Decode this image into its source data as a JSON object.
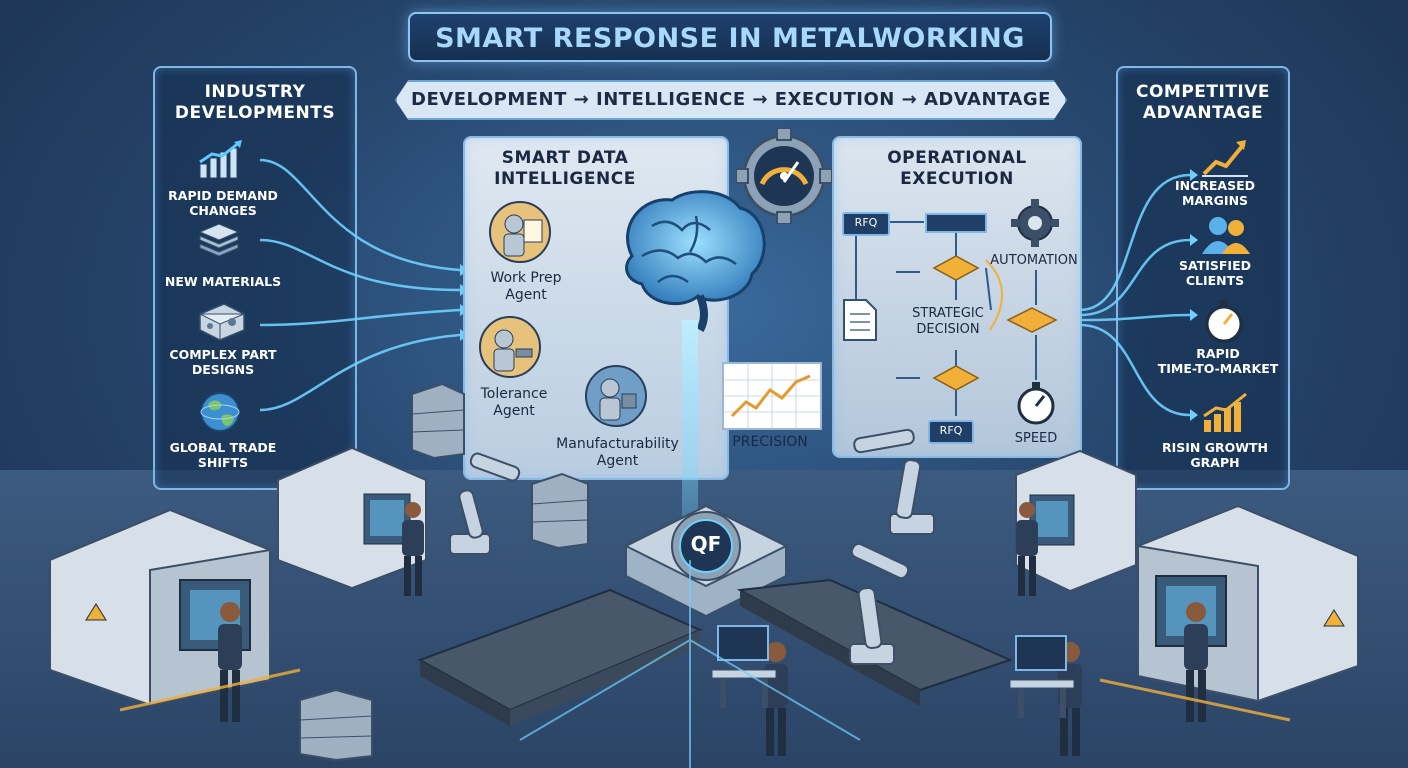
{
  "title": "SMART RESPONSE IN METALWORKING",
  "flow_ribbon": "DEVELOPMENT → INTELLIGENCE → EXECUTION → ADVANTAGE",
  "industry": {
    "title_line1": "INDUSTRY",
    "title_line2": "DEVELOPMENTS",
    "items": [
      {
        "line1": "RAPID DEMAND",
        "line2": "CHANGES",
        "icon": "rising-chart-icon"
      },
      {
        "line1": "NEW MATERIALS",
        "line2": "",
        "icon": "material-stack-icon"
      },
      {
        "line1": "COMPLEX PART",
        "line2": "DESIGNS",
        "icon": "machined-part-icon"
      },
      {
        "line1": "GLOBAL TRADE",
        "line2": "SHIFTS",
        "icon": "globe-icon"
      }
    ]
  },
  "intelligence": {
    "title_line1": "SMART DATA",
    "title_line2": "INTELLIGENCE",
    "agents": [
      {
        "line1": "Work Prep",
        "line2": "Agent"
      },
      {
        "line1": "Tolerance",
        "line2": "Agent"
      },
      {
        "line1": "Manufacturability",
        "line2": "Agent"
      }
    ],
    "precision_label": "PRECISION"
  },
  "execution": {
    "title_line1": "OPERATIONAL",
    "title_line2": "EXECUTION",
    "rfq_top": "RFQ",
    "rfq_bottom": "RFQ",
    "decision_line1": "STRATEGIC",
    "decision_line2": "DECISION",
    "automation": "AUTOMATION",
    "speed": "SPEED"
  },
  "advantage": {
    "title_line1": "COMPETITIVE",
    "title_line2": "ADVANTAGE",
    "items": [
      {
        "line1": "INCREASED",
        "line2": "MARGINS",
        "icon": "rising-chart-icon"
      },
      {
        "line1": "SATISFIED",
        "line2": "CLIENTS",
        "icon": "people-icon"
      },
      {
        "line1": "RAPID",
        "line2": "TIME-TO-MARKET",
        "icon": "stopwatch-icon"
      },
      {
        "line1": "RISIN GROWTH",
        "line2": "GRAPH",
        "icon": "growth-graph-icon"
      }
    ]
  },
  "hub_label": "QF",
  "colors": {
    "glow": "#6fd0ff",
    "accent_gold": "#f0b03a",
    "panel_border": "#7fb6e6"
  }
}
